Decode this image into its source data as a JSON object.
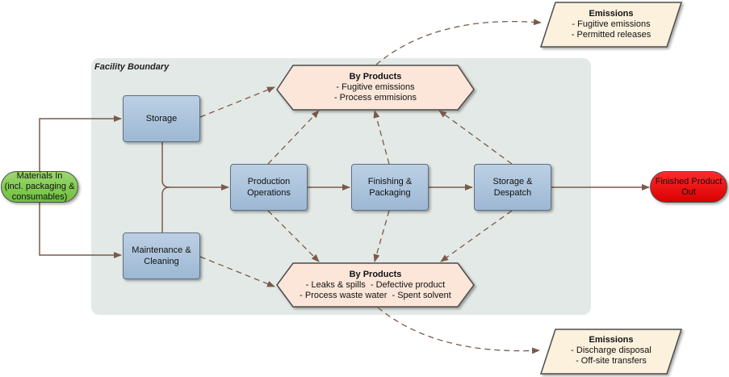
{
  "facility": {
    "label": "Facility Boundary"
  },
  "materials_in": {
    "label": "Materials In\n(incl. packaging &\nconsumables)"
  },
  "finished_out": {
    "label": "Finished Product\nOut"
  },
  "processes": {
    "storage": "Storage",
    "maintenance": "Maintenance &\nCleaning",
    "production": "Production\nOperations",
    "finishing": "Finishing &\nPackaging",
    "despatch": "Storage &\nDespatch"
  },
  "byproducts_top": {
    "title": "By Products",
    "lines": [
      "- Fugitive emissions",
      "- Process emmisions"
    ]
  },
  "byproducts_bottom": {
    "title": "By Products",
    "lines": [
      "- Leaks & spills  - Defective product",
      "- Process waste water  - Spent solvent"
    ]
  },
  "emissions_top": {
    "title": "Emissions",
    "lines": [
      "- Fugitive emissions",
      "- Permitted releases"
    ]
  },
  "emissions_bottom": {
    "title": "Emissions",
    "lines": [
      "- Discharge disposal",
      "- Off-site transfers"
    ]
  },
  "colors": {
    "facility_bg": "#e3e9e6",
    "process_fill": "#a9c2db",
    "byproduct_fill": "#fbe6d9",
    "emissions_fill": "#fcf1dd",
    "input_fill": "#7cc94a",
    "output_fill": "#ee0000",
    "arrow": "#7a5a4a"
  }
}
